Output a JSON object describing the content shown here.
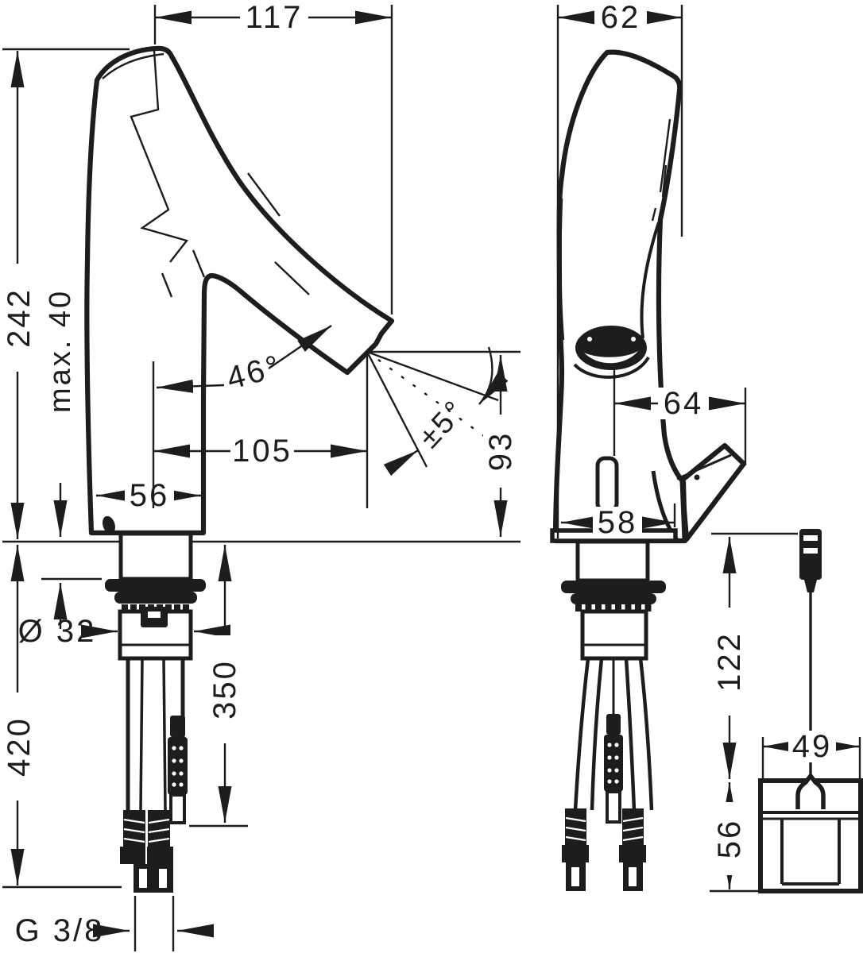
{
  "page": {
    "title": "Basin mixer technical dimension drawing",
    "background": "#ffffff",
    "line_color": "#1d1d1b",
    "views": [
      "front-view",
      "side-view",
      "battery-box-detail"
    ]
  },
  "dims": {
    "front_width": "117",
    "side_depth": "62",
    "front_height": "242",
    "max_mounting_thickness": "max. 40",
    "base_width": "56",
    "spout_reach": "105",
    "spray_angle": "46°",
    "spray_angle_tolerance": "±5°",
    "outlet_height": "93",
    "handle_projection": "64",
    "base_depth": "58",
    "below_counter_length": "420",
    "hole_diameter": "Ø 32",
    "hose_drop": "350",
    "cable_drop": "122",
    "battery_box_width": "49",
    "battery_box_height": "56",
    "connection_thread": "G 3/8"
  }
}
